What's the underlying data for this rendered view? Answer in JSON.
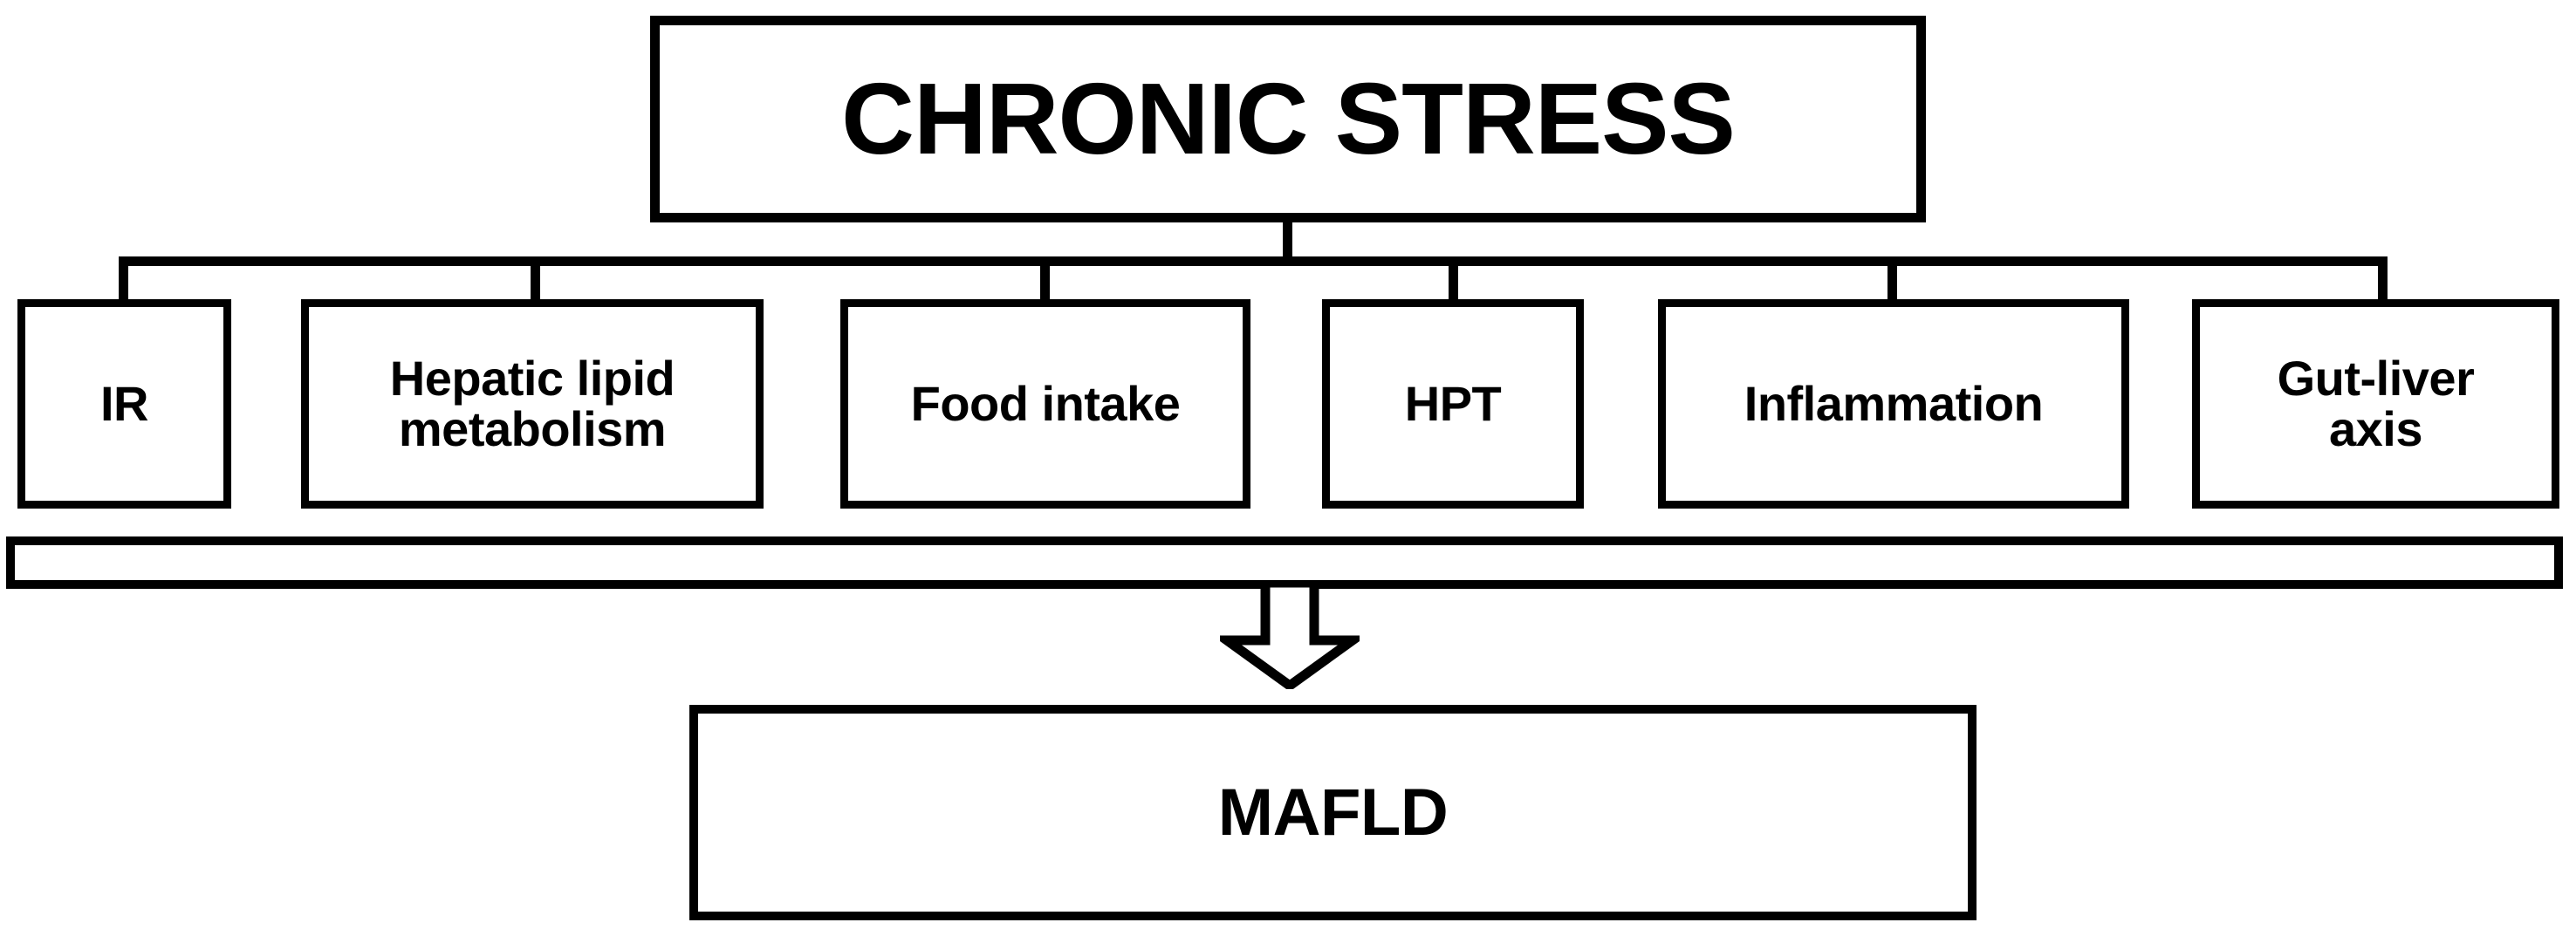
{
  "diagram": {
    "type": "flowchart",
    "title": "CHRONIC STRESS",
    "outcome": "MAFLD",
    "orientation": "top-down",
    "colors": {
      "stroke": "#000000",
      "fill": "#FFFFFF",
      "text": "#000000"
    },
    "root": {
      "id": "chronic-stress",
      "label": "CHRONIC STRESS"
    },
    "mediators": [
      {
        "id": "ir",
        "label": "IR"
      },
      {
        "id": "hepatic",
        "label": "Hepatic lipid metabolism",
        "line1": "Hepatic lipid",
        "line2": "metabolism"
      },
      {
        "id": "food-intake",
        "label": "Food intake"
      },
      {
        "id": "hpt",
        "label": "HPT"
      },
      {
        "id": "inflammation",
        "label": "Inflammation"
      },
      {
        "id": "gut-liver",
        "label": "Gut-liver axis",
        "line1": "Gut-liver",
        "line2": "axis"
      }
    ],
    "convergence_bar": {
      "label": ""
    },
    "arrow": {
      "name": "down-block-arrow",
      "direction": "down"
    },
    "result": {
      "id": "mafld",
      "label": "MAFLD"
    }
  }
}
